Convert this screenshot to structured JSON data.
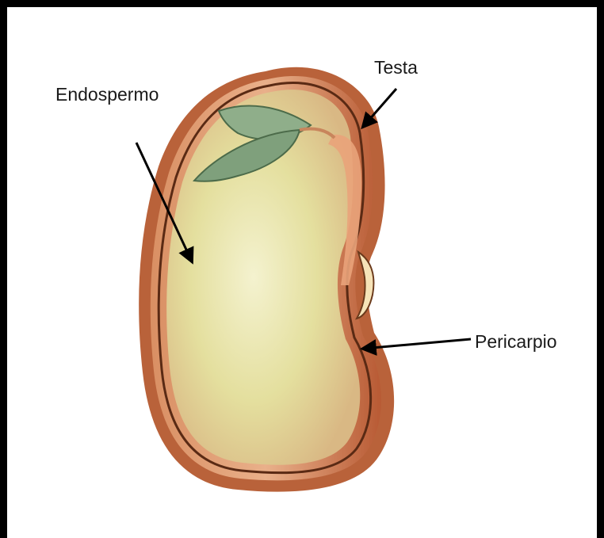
{
  "labels": {
    "endosperm": "Endospermo",
    "testa": "Testa",
    "pericarp": "Pericarpio"
  },
  "colors": {
    "frame": "#000000",
    "seed_outer": "#b9623a",
    "seed_coat_edge": "#e9a37a",
    "endosperm": "#e6e0a1",
    "leaf": "#8fae8a",
    "arrow": "#000000"
  }
}
